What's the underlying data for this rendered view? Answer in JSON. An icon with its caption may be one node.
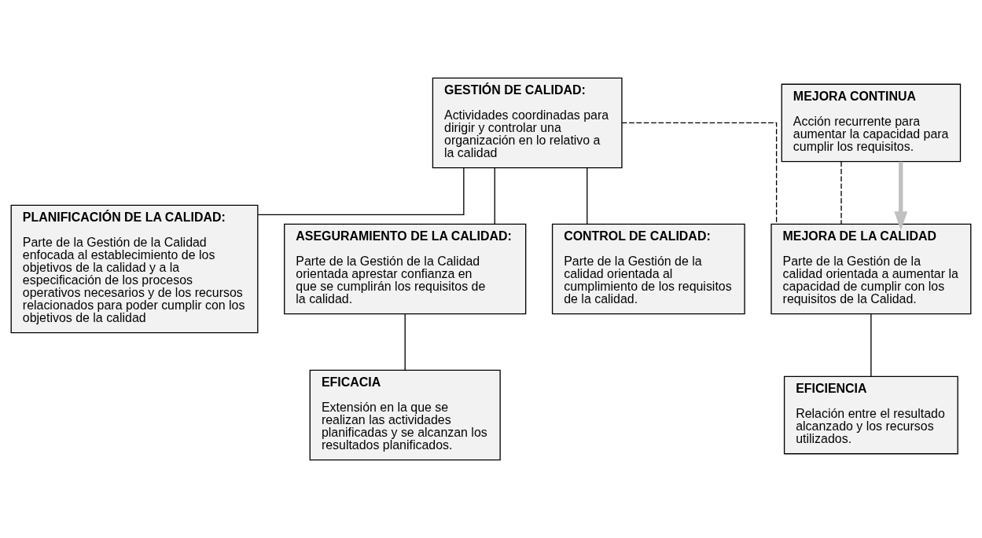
{
  "diagram": {
    "nodes": [
      {
        "text": [
          "GESTIÓN DE CALIDAD:",
          "Actividades coordinadas para dirigir y controlar una organización en lo relativo a la calidad"
        ]
      },
      {
        "text": [
          "MEJORA CONTINUA",
          "Acción recurrente para aumentar la capacidad para cumplir los requisitos."
        ]
      },
      {
        "text": [
          "PLANIFICACIÓN DE LA CALIDAD:",
          "Parte de la Gestión de la Calidad enfocada al establecimiento de los objetivos de la calidad y a la especificación de los procesos operativos necesarios y de los recursos relacionados para poder cumplir con los objetivos de la calidad"
        ]
      },
      {
        "text": [
          "ASEGURAMIENTO DE LA CALIDAD:",
          "Parte de la Gestión de la Calidad orientada aprestar confianza en que se cumplirán los requisitos de la calidad."
        ]
      },
      {
        "text": [
          "CONTROL DE CALIDAD:",
          "Parte de la Gestión de la calidad orientada al cumplimiento de los requisitos de la calidad."
        ]
      },
      {
        "text": [
          "MEJORA DE LA CALIDAD",
          "Parte de la Gestión de la calidad orientada a aumentar la capacidad de cumplir con los requisitos de la Calidad."
        ]
      },
      {
        "text": [
          "EFICACIA",
          "Extensión en la que se realizan las actividades planificadas y se alcanzan los resultados planificados."
        ]
      },
      {
        "text": [
          "EFICIENCIA",
          "Relación entre el resultado alcanzado y los recursos utilizados."
        ]
      }
    ],
    "edges": [
      {
        "from": 0,
        "to": 2,
        "arrow": "none"
      },
      {
        "from": 0,
        "to": 3,
        "arrow": "none"
      },
      {
        "from": 0,
        "to": 4,
        "arrow": "none"
      },
      {
        "from": 0,
        "to": 5,
        "arrow": "none",
        "style": "dashed"
      },
      {
        "from": 1,
        "to": 5,
        "arrow": "none",
        "style": "dashed"
      },
      {
        "from": 1,
        "to": 5,
        "arrow": "to",
        "style": "thick",
        "color": "#c0c0c0"
      },
      {
        "from": 3,
        "to": 6,
        "arrow": "none"
      },
      {
        "from": 5,
        "to": 7,
        "arrow": "none"
      }
    ]
  }
}
